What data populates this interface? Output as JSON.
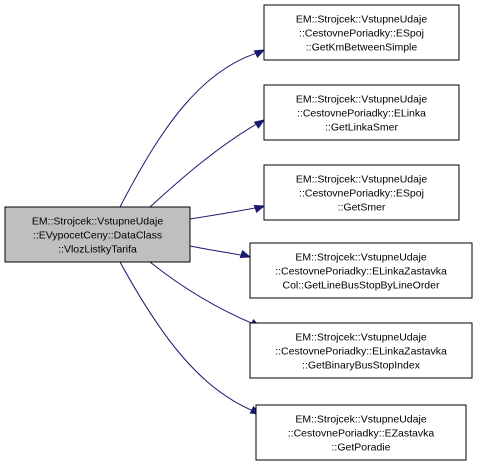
{
  "graph": {
    "caller": {
      "id": "caller",
      "lines": [
        "EM::Strojcek::VstupneUdaje",
        "::EVypocetCeny::DataClass",
        "::VlozListkyTarifa"
      ],
      "fill": "#bfbfbf"
    },
    "callees": [
      {
        "id": "callee-1",
        "lines": [
          "EM::Strojcek::VstupneUdaje",
          "::CestovnePoriadky::ESpoj",
          "::GetKmBetweenSimple"
        ]
      },
      {
        "id": "callee-2",
        "lines": [
          "EM::Strojcek::VstupneUdaje",
          "::CestovnePoriadky::ELinka",
          "::GetLinkaSmer"
        ]
      },
      {
        "id": "callee-3",
        "lines": [
          "EM::Strojcek::VstupneUdaje",
          "::CestovnePoriadky::ESpoj",
          "::GetSmer"
        ]
      },
      {
        "id": "callee-4",
        "lines": [
          "EM::Strojcek::VstupneUdaje",
          "::CestovnePoriadky::ELinkaZastavka",
          "Col::GetLineBusStopByLineOrder"
        ]
      },
      {
        "id": "callee-5",
        "lines": [
          "EM::Strojcek::VstupneUdaje",
          "::CestovnePoriadky::ELinkaZastavka",
          "::GetBinaryBusStopIndex"
        ]
      },
      {
        "id": "callee-6",
        "lines": [
          "EM::Strojcek::VstupneUdaje",
          "::CestovnePoriadky::EZastavka",
          "::GetPoradie"
        ]
      }
    ],
    "colors": {
      "edge": "#191970",
      "node_fill": "#ffffff",
      "node_stroke": "#000000"
    }
  }
}
